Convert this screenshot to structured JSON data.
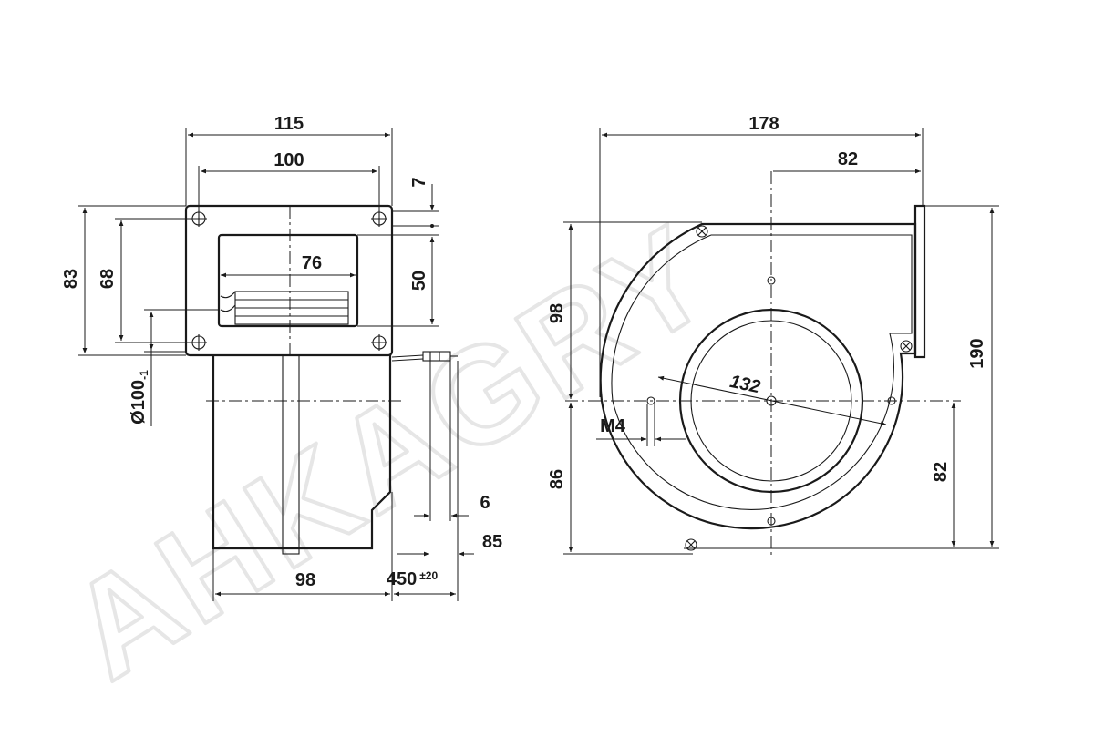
{
  "watermark": "AHKAGRY",
  "front_view": {
    "dim_width_outer": "115",
    "dim_width_inner": "100",
    "dim_inlet_width": "76",
    "dim_offset_top": "7",
    "dim_inlet_height": "50",
    "dim_height_outer": "83",
    "dim_height_inner": "68",
    "dim_wheel_diameter": "Ø100",
    "dim_wheel_diameter_tol": "-1",
    "dim_body_depth": "98",
    "dim_cable_length": "450",
    "dim_cable_length_tol": "±20",
    "dim_strip": "6",
    "dim_wire_end": "85"
  },
  "side_view": {
    "dim_width": "178",
    "dim_axis_to_outlet": "82",
    "dim_upper_height": "98",
    "dim_lower_height": "86",
    "dim_total_height": "190",
    "dim_axis_to_bottom": "82",
    "dim_hole_circle": "132",
    "thread": "M4"
  },
  "colors": {
    "line": "#1a1a1a",
    "background": "#ffffff",
    "watermark": "#e6e6e6"
  }
}
